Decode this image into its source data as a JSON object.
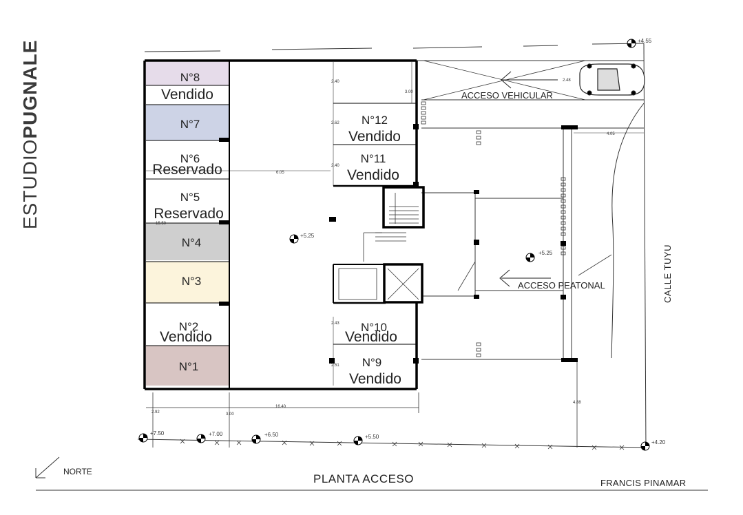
{
  "brand": {
    "light": "ESTUDIO",
    "bold": "PUGNALE"
  },
  "sheet": {
    "title": "PLANTA ACCESO",
    "credit": "FRANCIS PINAMAR",
    "north": "NORTE",
    "street": "CALLE TUYU"
  },
  "access": {
    "vehicular": "ACCESO VEHICULAR",
    "pedestrian": "ACCESO PEATONAL"
  },
  "units": [
    {
      "num": "N°8",
      "status": "Vendido",
      "color": "#e6dcea"
    },
    {
      "num": "N°7",
      "status": "",
      "color": "#cdd3e6"
    },
    {
      "num": "N°6",
      "status": "Reservado",
      "color": "#ffffff"
    },
    {
      "num": "N°5",
      "status": "Reservado",
      "color": "#ffffff"
    },
    {
      "num": "N°4",
      "status": "",
      "color": "#cfcfcf"
    },
    {
      "num": "N°3",
      "status": "",
      "color": "#fcf4dc"
    },
    {
      "num": "N°2",
      "status": "Vendido",
      "color": "#ffffff"
    },
    {
      "num": "N°1",
      "status": "",
      "color": "#d8c5c3"
    },
    {
      "num": "N°12",
      "status": "Vendido",
      "color": "#ffffff"
    },
    {
      "num": "N°11",
      "status": "Vendido",
      "color": "#ffffff"
    },
    {
      "num": "N°10",
      "status": "Vendido",
      "color": "#ffffff"
    },
    {
      "num": "N°9",
      "status": "Vendido",
      "color": "#ffffff"
    }
  ],
  "levels": {
    "center": "+5.25",
    "patio": "+5.25",
    "corner_top": "+4.55",
    "corner_bottom": "+4.20",
    "edge_1": "+7.50",
    "edge_2": "+7.00",
    "edge_3": "+6.50",
    "edge_4": "+5.50"
  },
  "dims": {
    "d1": "2.40",
    "d2": "3.00",
    "d3": "2.48",
    "d4": "2.62",
    "d5": "4.05",
    "d6": "2.40",
    "d7": "6.05",
    "d8": "15.50",
    "d9": "2.43",
    "d10": "2.51",
    "d11": "4.88",
    "d12": "16.40",
    "d13": "2.92",
    "d14": "3.00"
  }
}
